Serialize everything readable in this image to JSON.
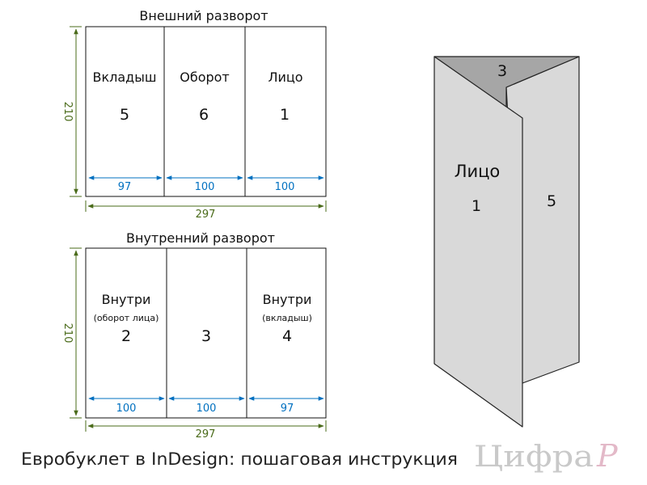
{
  "outer": {
    "title": "Внешний разворот",
    "panels": [
      {
        "label": "Вкладыш",
        "sub": "",
        "num": "5",
        "width": "97"
      },
      {
        "label": "Оборот",
        "sub": "",
        "num": "6",
        "width": "100"
      },
      {
        "label": "Лицо",
        "sub": "",
        "num": "1",
        "width": "100"
      }
    ],
    "total_width": "297",
    "height": "210"
  },
  "inner": {
    "title": "Внутренний разворот",
    "panels": [
      {
        "label": "Внутри",
        "sub": "(оборот лица)",
        "num": "2",
        "width": "100"
      },
      {
        "label": "",
        "sub": "",
        "num": "3",
        "width": "100"
      },
      {
        "label": "Внутри",
        "sub": "(вкладыш)",
        "num": "4",
        "width": "97"
      }
    ],
    "total_width": "297",
    "height": "210"
  },
  "folded": {
    "top_num": "3",
    "front_label": "Лицо",
    "front_num": "1",
    "back_num": "5"
  },
  "caption": "Евробуклет в InDesign: пошаговая инструкция",
  "logo": {
    "text": "Цифра",
    "mark": "Р"
  },
  "colors": {
    "dim_blue": "#0070c0",
    "dim_green": "#4a6b1a",
    "panel_light": "#d9d9d9",
    "panel_dark": "#a6a6a6"
  }
}
